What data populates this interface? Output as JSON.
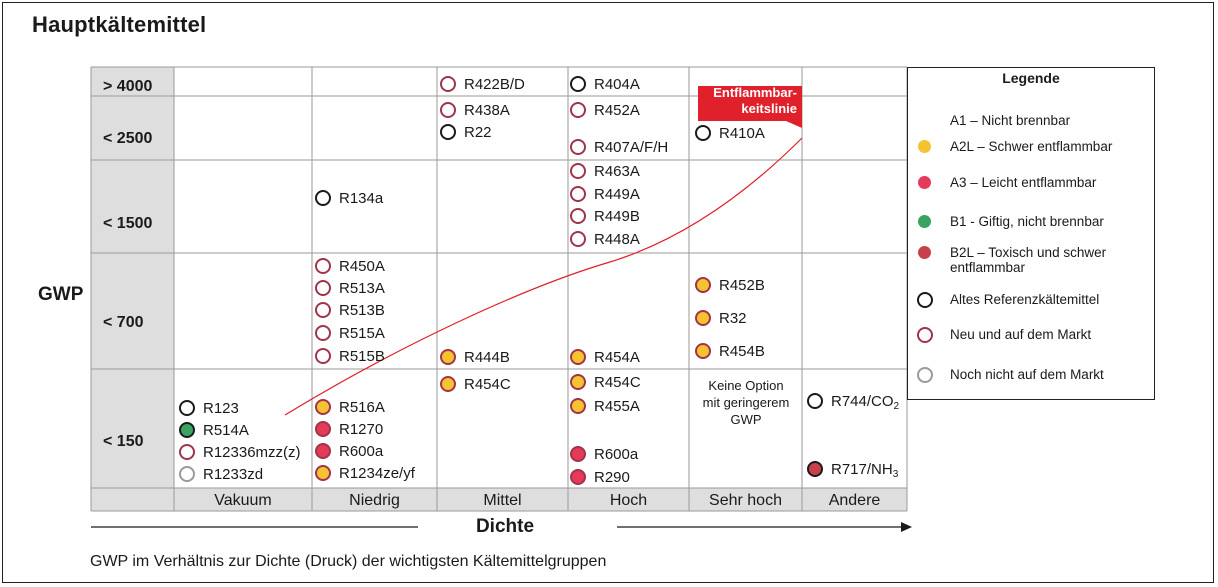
{
  "title": "Hauptkältemittel",
  "caption": "GWP im Verhältnis zur Dichte (Druck) der wichtigsten Kältemittelgruppen",
  "colors": {
    "A1": "#ffffff",
    "A2L": "#f5c230",
    "A3": "#e53a5a",
    "B1": "#3aa35f",
    "B2L": "#c8404c",
    "ring_reference": "#1a1a1a",
    "ring_new": "#a0344a",
    "ring_future": "#9a9a9a",
    "header_grey": "#dedede",
    "flammability_line": "#e0202a"
  },
  "chart_data": {
    "type": "table",
    "ylabel": "GWP",
    "xlabel": "Dichte",
    "y_categories": [
      "> 4000",
      "< 2500",
      "< 1500",
      "< 700",
      "< 150"
    ],
    "x_categories": [
      "Vakuum",
      "Niedrig",
      "Mittel",
      "Hoch",
      "Sehr hoch",
      "Andere"
    ],
    "flammability_line_label": [
      "Entflammbar-",
      "keitslinie"
    ],
    "no_option_note": [
      "Keine Option",
      "mit geringerem",
      "GWP"
    ],
    "refrigerants": [
      {
        "name": "R422B/D",
        "col": "Mittel",
        "row": "> 4000",
        "safety": "A1",
        "status": "new"
      },
      {
        "name": "R438A",
        "col": "Mittel",
        "row": "< 2500",
        "safety": "A1",
        "status": "new"
      },
      {
        "name": "R22",
        "col": "Mittel",
        "row": "< 2500",
        "safety": "A1",
        "status": "reference"
      },
      {
        "name": "R404A",
        "col": "Hoch",
        "row": "> 4000",
        "safety": "A1",
        "status": "reference"
      },
      {
        "name": "R452A",
        "col": "Hoch",
        "row": "< 2500",
        "safety": "A1",
        "status": "new"
      },
      {
        "name": "R407A/F/H",
        "col": "Hoch",
        "row": "< 2500",
        "safety": "A1",
        "status": "new"
      },
      {
        "name": "R410A",
        "col": "Sehr hoch",
        "row": "< 2500",
        "safety": "A1",
        "status": "reference"
      },
      {
        "name": "R134a",
        "col": "Niedrig",
        "row": "< 1500",
        "safety": "A1",
        "status": "reference"
      },
      {
        "name": "R463A",
        "col": "Hoch",
        "row": "< 1500",
        "safety": "A1",
        "status": "new"
      },
      {
        "name": "R449A",
        "col": "Hoch",
        "row": "< 1500",
        "safety": "A1",
        "status": "new"
      },
      {
        "name": "R449B",
        "col": "Hoch",
        "row": "< 1500",
        "safety": "A1",
        "status": "new"
      },
      {
        "name": "R448A",
        "col": "Hoch",
        "row": "< 1500",
        "safety": "A1",
        "status": "new"
      },
      {
        "name": "R450A",
        "col": "Niedrig",
        "row": "< 700",
        "safety": "A1",
        "status": "new"
      },
      {
        "name": "R513A",
        "col": "Niedrig",
        "row": "< 700",
        "safety": "A1",
        "status": "new"
      },
      {
        "name": "R513B",
        "col": "Niedrig",
        "row": "< 700",
        "safety": "A1",
        "status": "new"
      },
      {
        "name": "R515A",
        "col": "Niedrig",
        "row": "< 700",
        "safety": "A1",
        "status": "new"
      },
      {
        "name": "R515B",
        "col": "Niedrig",
        "row": "< 700",
        "safety": "A1",
        "status": "new"
      },
      {
        "name": "R444B",
        "col": "Mittel",
        "row": "< 700",
        "safety": "A2L",
        "status": "new"
      },
      {
        "name": "R454A",
        "col": "Hoch",
        "row": "< 700",
        "safety": "A2L",
        "status": "new"
      },
      {
        "name": "R452B",
        "col": "Sehr hoch",
        "row": "< 700",
        "safety": "A2L",
        "status": "new"
      },
      {
        "name": "R32",
        "col": "Sehr hoch",
        "row": "< 700",
        "safety": "A2L",
        "status": "new"
      },
      {
        "name": "R454B",
        "col": "Sehr hoch",
        "row": "< 700",
        "safety": "A2L",
        "status": "new"
      },
      {
        "name": "R454C",
        "col": "Mittel",
        "row": "< 150",
        "safety": "A2L",
        "status": "new"
      },
      {
        "name": "R123",
        "col": "Vakuum",
        "row": "< 150",
        "safety": "A1",
        "status": "reference"
      },
      {
        "name": "R514A",
        "col": "Vakuum",
        "row": "< 150",
        "safety": "B1",
        "status": "reference"
      },
      {
        "name": "R12336mzz(z)",
        "col": "Vakuum",
        "row": "< 150",
        "safety": "A1",
        "status": "new"
      },
      {
        "name": "R1233zd",
        "col": "Vakuum",
        "row": "< 150",
        "safety": "A1",
        "status": "future"
      },
      {
        "name": "R516A",
        "col": "Niedrig",
        "row": "< 150",
        "safety": "A2L",
        "status": "new"
      },
      {
        "name": "R1270",
        "col": "Niedrig",
        "row": "< 150",
        "safety": "A3",
        "status": "new"
      },
      {
        "name": "R600a",
        "col": "Niedrig",
        "row": "< 150",
        "safety": "A3",
        "status": "new"
      },
      {
        "name": "R1234ze/yf",
        "col": "Niedrig",
        "row": "< 150",
        "safety": "A2L",
        "status": "new"
      },
      {
        "name": "R454C",
        "col": "Hoch",
        "row": "< 150",
        "safety": "A2L",
        "status": "new"
      },
      {
        "name": "R455A",
        "col": "Hoch",
        "row": "< 150",
        "safety": "A2L",
        "status": "new"
      },
      {
        "name": "R600a",
        "col": "Hoch",
        "row": "< 150",
        "safety": "A3",
        "status": "new"
      },
      {
        "name": "R290",
        "col": "Hoch",
        "row": "< 150",
        "safety": "A3",
        "status": "new"
      },
      {
        "name": "R744/CO",
        "sub": "2",
        "col": "Andere",
        "row": "< 150",
        "safety": "A1",
        "status": "reference"
      },
      {
        "name": "R717/NH",
        "sub": "3",
        "col": "Andere",
        "row": "< 150",
        "safety": "B2L",
        "status": "reference"
      }
    ]
  },
  "legend": {
    "title": "Legende",
    "items": [
      {
        "label": "A1 – Nicht brennbar",
        "swatch": "none"
      },
      {
        "label": "A2L – Schwer entflammbar",
        "swatch": "A2L"
      },
      {
        "label": "A3 – Leicht entflammbar",
        "swatch": "A3"
      },
      {
        "label": "B1 - Giftig, nicht brennbar",
        "swatch": "B1"
      },
      {
        "label": "B2L – Toxisch und schwer entflammbar",
        "swatch": "B2L"
      },
      {
        "label": "Altes Referenzkältemittel",
        "swatch": "ring_reference"
      },
      {
        "label": "Neu und auf dem Markt",
        "swatch": "ring_new"
      },
      {
        "label": "Noch nicht auf dem Markt",
        "swatch": "ring_future"
      }
    ]
  }
}
